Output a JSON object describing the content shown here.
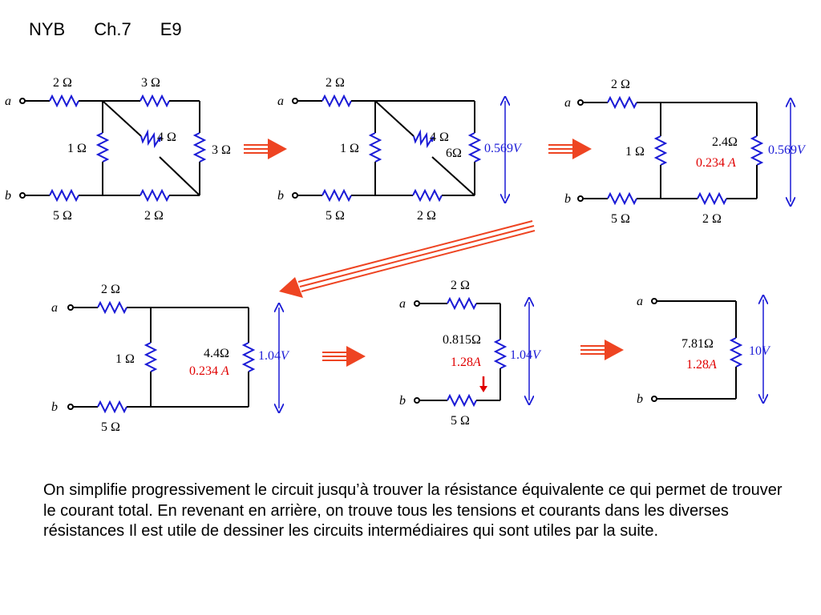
{
  "title": {
    "course": "NYB",
    "chapter": "Ch.7",
    "exercise": "E9"
  },
  "terminals": {
    "a": "a",
    "b": "b"
  },
  "circuit1": {
    "r_a": "2 Ω",
    "r_top": "3 Ω",
    "r_mid": "1 Ω",
    "r_diag": "4 Ω",
    "r_right": "3 Ω",
    "r_b": "5 Ω",
    "r_bot": "2 Ω"
  },
  "circuit2": {
    "r_a": "2 Ω",
    "r_mid": "1 Ω",
    "r_diag": "4 Ω",
    "r_right": "6Ω",
    "r_b": "5 Ω",
    "r_bot": "2 Ω",
    "voltage": "0.569",
    "voltage_unit": "V"
  },
  "circuit3": {
    "r_a": "2 Ω",
    "r_mid": "1 Ω",
    "r_right": "2.4Ω",
    "current": "0.234",
    "current_unit": "A",
    "voltage": "0.569",
    "voltage_unit": "V",
    "r_b": "5 Ω",
    "r_bot": "2 Ω"
  },
  "circuit4": {
    "r_a": "2 Ω",
    "r_mid": "1 Ω",
    "r_right": "4.4Ω",
    "current": "0.234",
    "current_unit": "A",
    "voltage": "1.04",
    "voltage_unit": "V",
    "r_b": "5 Ω"
  },
  "circuit5": {
    "r_a": "2 Ω",
    "r_right": "0.815Ω",
    "current": "1.28",
    "current_unit": "A",
    "voltage": "1.04",
    "voltage_unit": "V",
    "r_b": "5 Ω"
  },
  "circuit6": {
    "r_right": "7.81Ω",
    "current": "1.28",
    "current_unit": "A",
    "voltage": "10",
    "voltage_unit": "V"
  },
  "caption": "On simplifie progressivement le circuit jusqu’à trouver la résistance équivalente ce qui permet de trouver le courant total. En revenant en arrière, on trouve tous les tensions et courants dans les diverses résistances Il est utile de dessiner les circuits intermédiaires qui sont  utiles par la suite.",
  "colors": {
    "resistor": "#1a1ad6",
    "wire": "#000000",
    "voltage": "#1a1ad6",
    "current": "#e00000",
    "arrow": "#ee4422"
  }
}
